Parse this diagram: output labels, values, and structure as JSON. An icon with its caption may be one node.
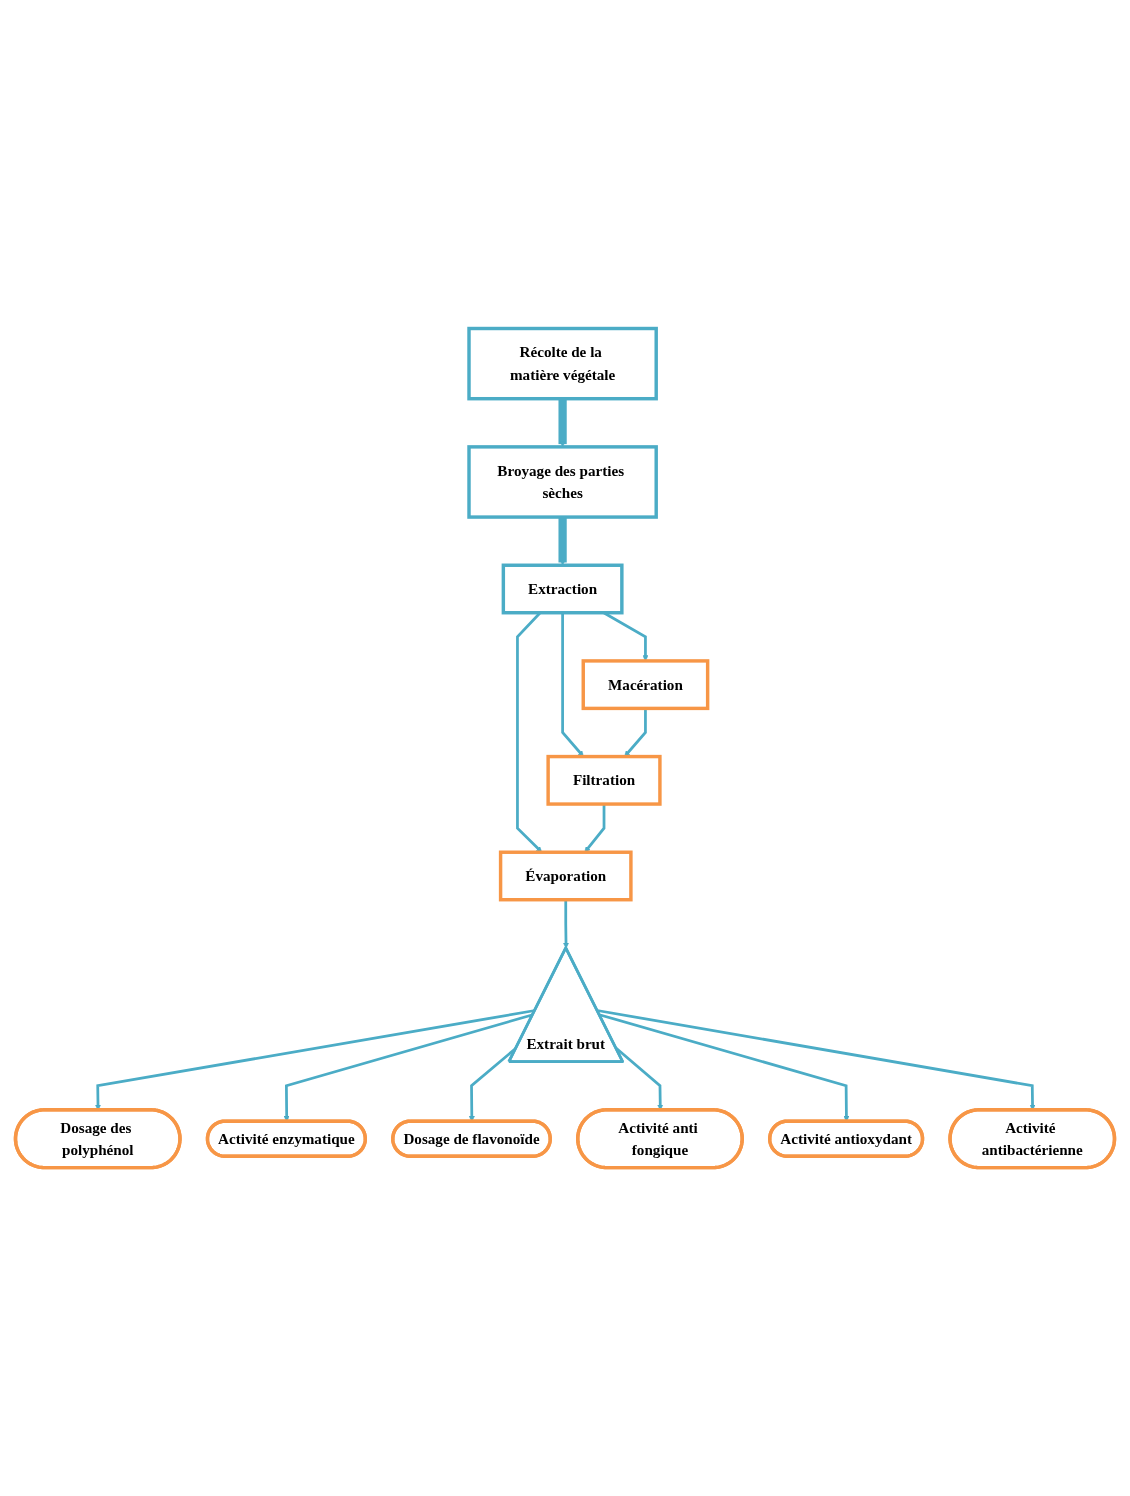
{
  "diagram": {
    "nodes": [
      {
        "text": [
          "Récolte de la matière végétale"
        ]
      },
      {
        "text": [
          "Broyage des parties sèches"
        ]
      },
      {
        "text": [
          "Extraction"
        ]
      },
      {
        "text": [
          "Macération"
        ]
      },
      {
        "text": [
          "Filtration"
        ]
      },
      {
        "text": [
          "Évaporation"
        ]
      },
      {
        "text": [
          "Extrait brut"
        ]
      },
      {
        "text": [
          "Dosage des polyphénol"
        ]
      },
      {
        "text": [
          "Activité enzymatique"
        ]
      },
      {
        "text": [
          "Dosage de flavonoïde"
        ]
      },
      {
        "text": [
          "Activité anti fongique"
        ]
      },
      {
        "text": [
          "Activité antioxydant"
        ]
      },
      {
        "text": [
          "Activité antibactérienne"
        ]
      }
    ],
    "edges": [
      {
        "from": 0,
        "to": 1,
        "arrow": "to",
        "style": "thick"
      },
      {
        "from": 1,
        "to": 2,
        "arrow": "to",
        "style": "thick"
      },
      {
        "from": 2,
        "to": 3,
        "arrow": "to"
      },
      {
        "from": 2,
        "to": 4,
        "arrow": "to"
      },
      {
        "from": 2,
        "to": 5,
        "arrow": "to"
      },
      {
        "from": 3,
        "to": 4,
        "arrow": "to"
      },
      {
        "from": 4,
        "to": 5,
        "arrow": "to"
      },
      {
        "from": 5,
        "to": 6,
        "arrow": "to"
      },
      {
        "from": 6,
        "to": 7,
        "arrow": "to"
      },
      {
        "from": 6,
        "to": 8,
        "arrow": "to"
      },
      {
        "from": 6,
        "to": 9,
        "arrow": "to"
      },
      {
        "from": 6,
        "to": 10,
        "arrow": "to"
      },
      {
        "from": 6,
        "to": 11,
        "arrow": "to"
      },
      {
        "from": 6,
        "to": 12,
        "arrow": "to"
      }
    ]
  }
}
